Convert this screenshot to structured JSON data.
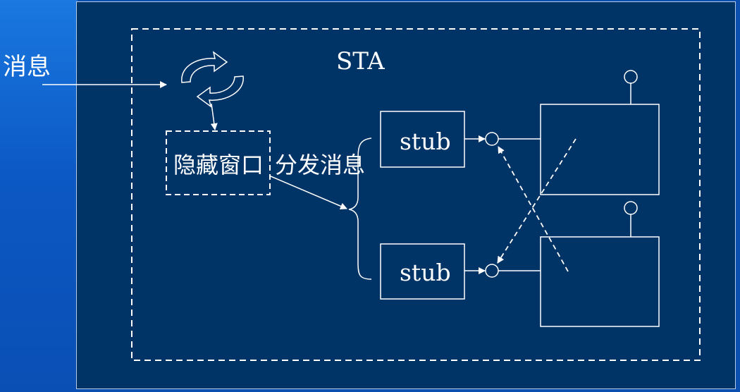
{
  "labels": {
    "outside_message": "消息",
    "apartment": "STA",
    "hidden_window": "隐藏窗口",
    "dispatch": "分发消息",
    "stub_top": "stub",
    "stub_bottom": "stub"
  },
  "colors": {
    "background_band": "#0b4fb0",
    "panel": "#003366",
    "stroke": "#ffffff"
  }
}
